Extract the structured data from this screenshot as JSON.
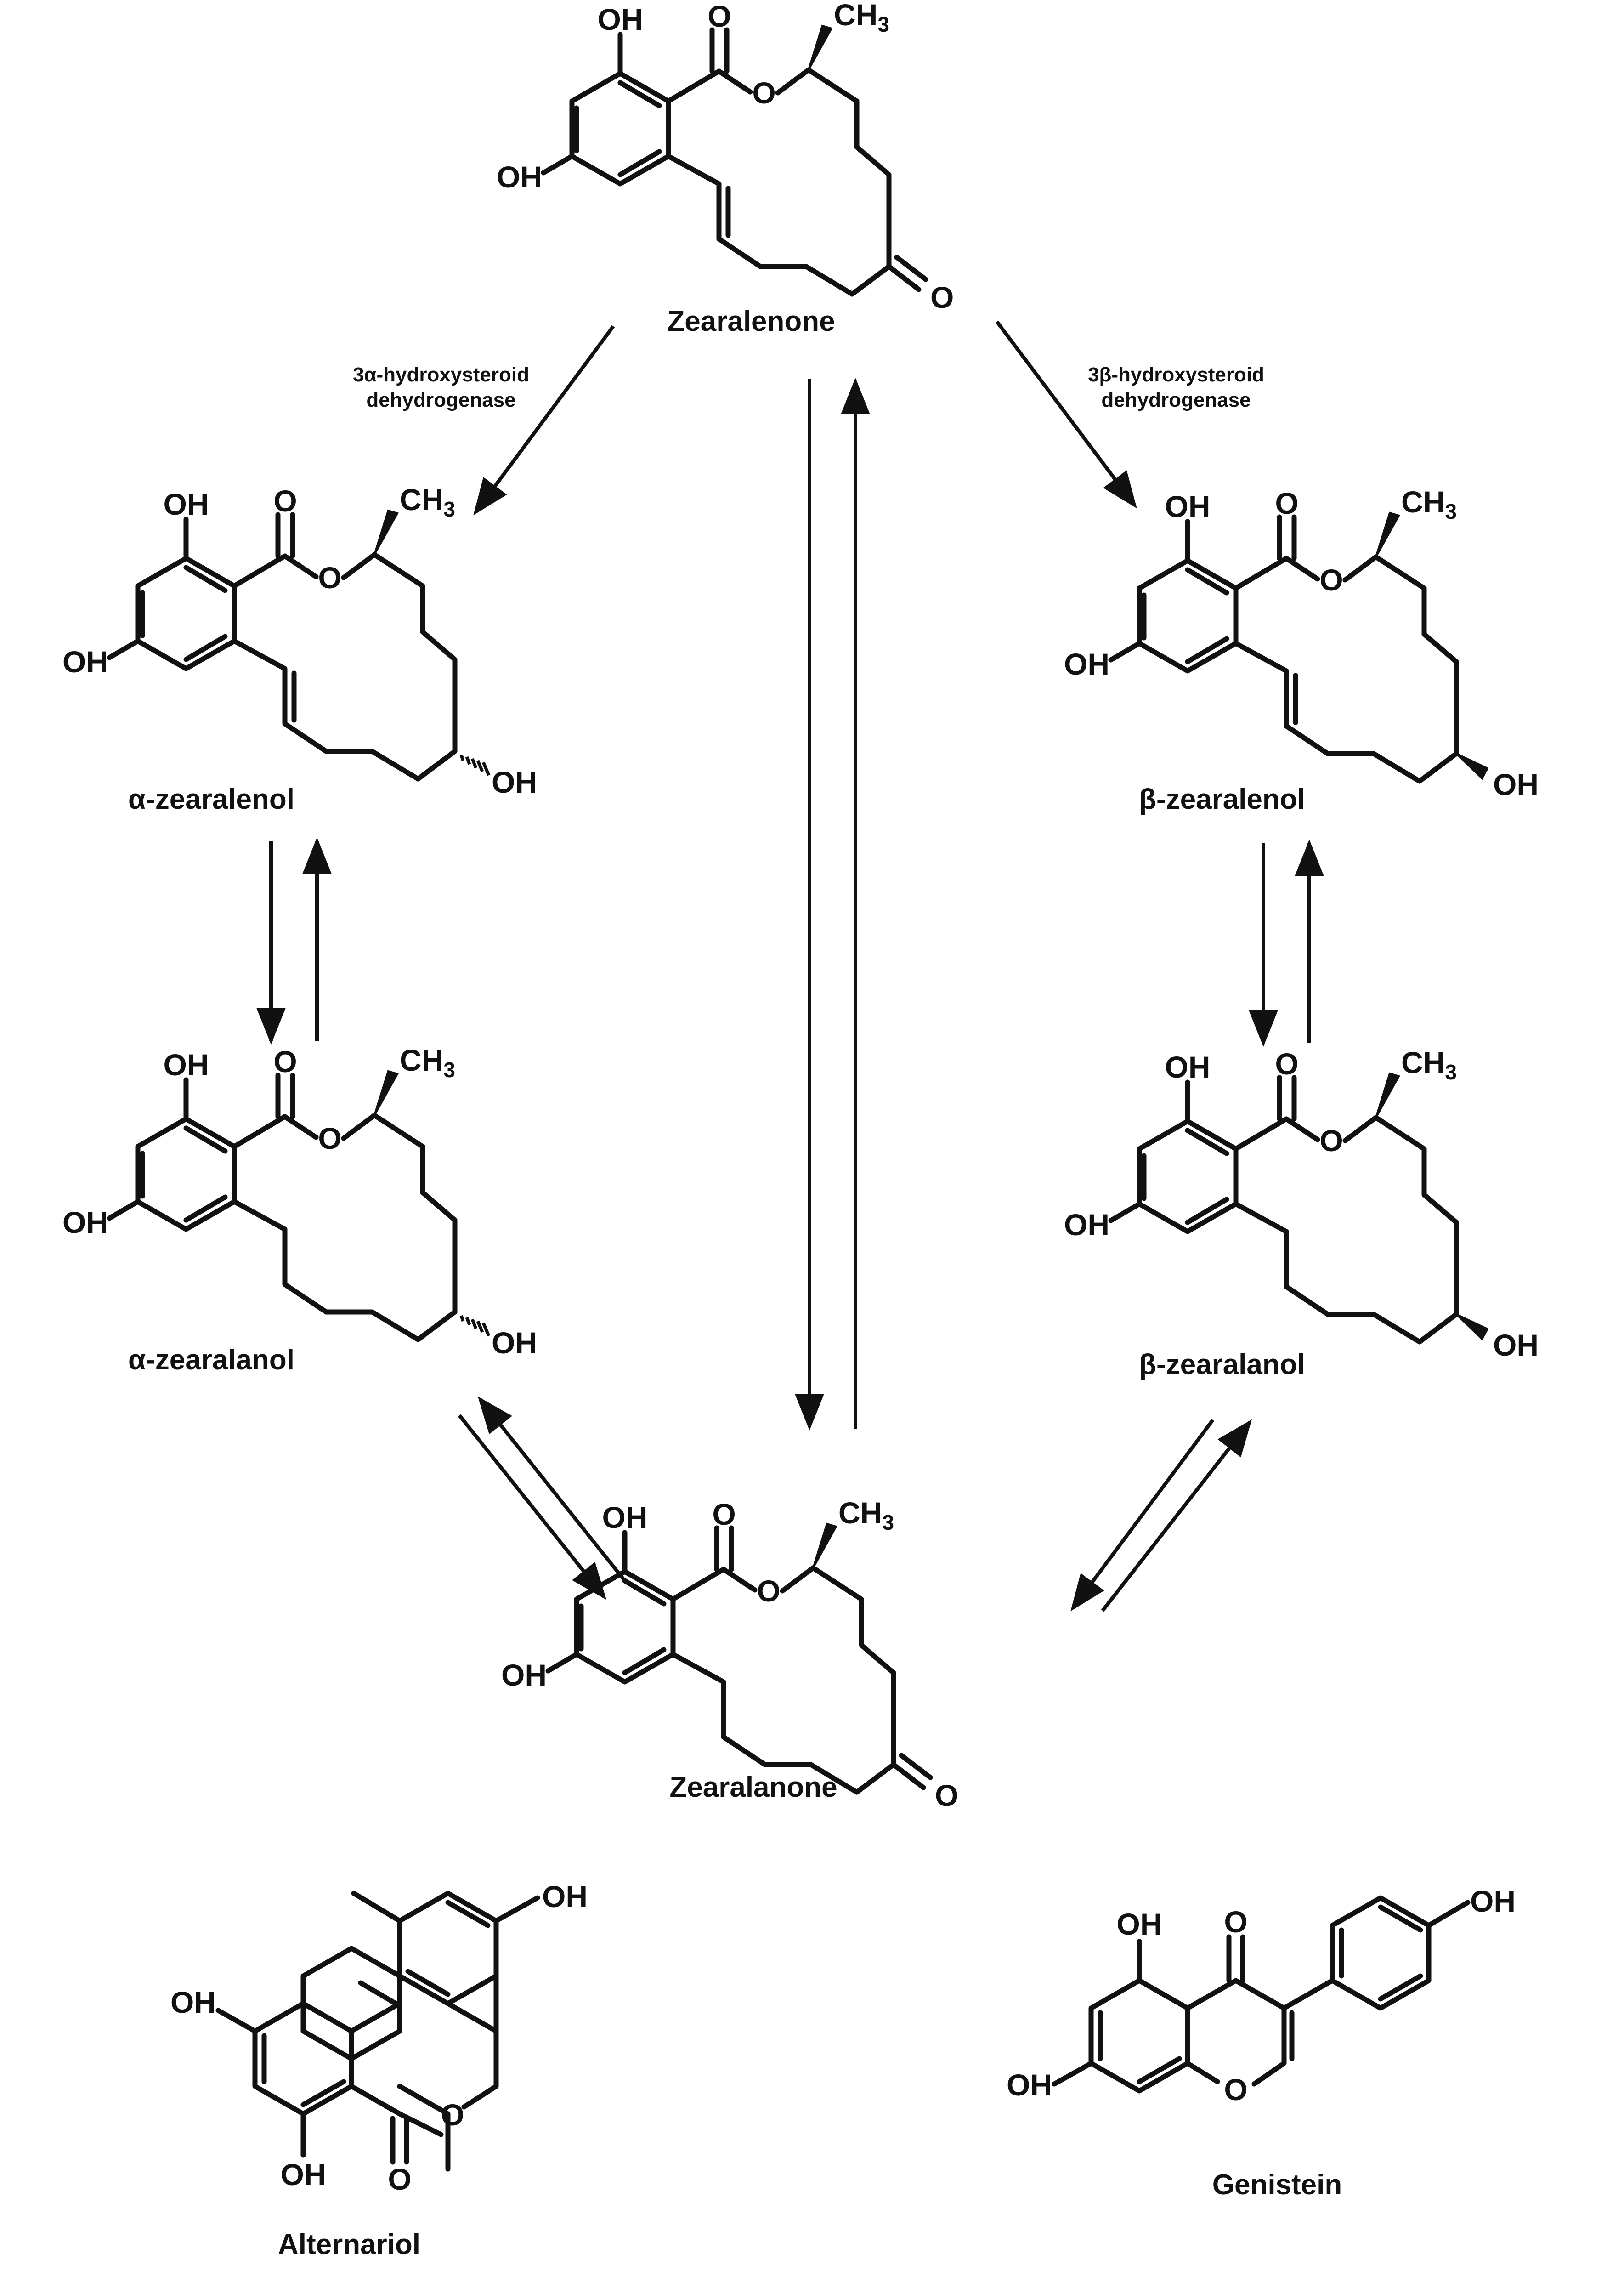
{
  "compounds": {
    "zearalenone": {
      "name": "Zearalenone",
      "hydroxyl": "OH",
      "oxygen": "O",
      "methyl": "CH",
      "methyl_sub": "3"
    },
    "alpha_zearalenol": {
      "name": "α-zearalenol",
      "hydroxyl": "OH",
      "oxygen": "O",
      "methyl": "CH",
      "methyl_sub": "3"
    },
    "beta_zearalenol": {
      "name": "β-zearalenol",
      "hydroxyl": "OH",
      "oxygen": "O",
      "methyl": "CH",
      "methyl_sub": "3"
    },
    "alpha_zearalanol": {
      "name": "α-zearalanol",
      "hydroxyl": "OH",
      "oxygen": "O",
      "methyl": "CH",
      "methyl_sub": "3"
    },
    "beta_zearalanol": {
      "name": "β-zearalanol",
      "hydroxyl": "OH",
      "oxygen": "O",
      "methyl": "CH",
      "methyl_sub": "3"
    },
    "zearalanone": {
      "name": "Zearalanone",
      "hydroxyl": "OH",
      "oxygen": "O",
      "methyl": "CH",
      "methyl_sub": "3"
    },
    "alternariol": {
      "name": "Alternariol",
      "hydroxyl": "OH",
      "oxygen": "O"
    },
    "genistein": {
      "name": "Genistein",
      "hydroxyl": "OH",
      "oxygen": "O"
    }
  },
  "enzymes": {
    "alpha_hsd": {
      "line1": "3α-hydroxysteroid",
      "line2": "dehydrogenase"
    },
    "beta_hsd": {
      "line1": "3β-hydroxysteroid",
      "line2": "dehydrogenase"
    }
  },
  "colors": {
    "ink": "#111111",
    "background": "#ffffff"
  }
}
